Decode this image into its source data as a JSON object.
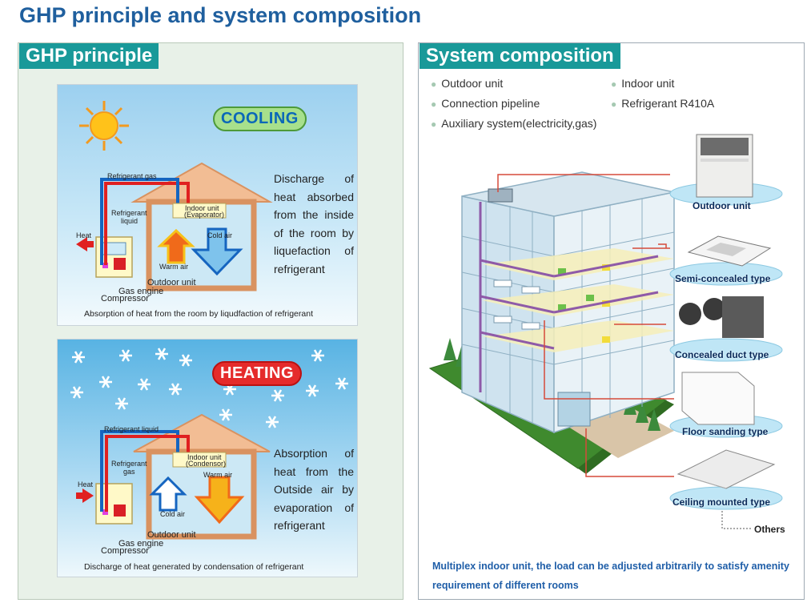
{
  "page": {
    "title": "GHP principle and system composition"
  },
  "left": {
    "header": "GHP principle",
    "cooling": {
      "badge": "COOLING",
      "description": [
        "Discharge of",
        "heat absorbed",
        "from the inside",
        "of the room by",
        "liquefaction of",
        "refrigerant"
      ],
      "labels": {
        "refrigerant_top": "Refrigerant gas",
        "refrigerant_side_1": "Refrigerant",
        "refrigerant_side_2": "liquid",
        "indoor_1": "Indoor unit",
        "indoor_2": "(Evaporator)",
        "heat": "Heat",
        "cold_air": "Cold air",
        "warm_air": "Warm air",
        "outdoor": "Outdoor unit",
        "gas_engine": "Gas engine",
        "compressor": "Compressor"
      },
      "caption": "Absorption of heat from the room by  liqudfaction of refrigerant"
    },
    "heating": {
      "badge": "HEATING",
      "description": [
        "Absorption of",
        "heat from the",
        "Outside air by",
        "evaporation of",
        "refrigerant"
      ],
      "labels": {
        "refrigerant_top": "Refrigerant liquid",
        "refrigerant_side_1": "Refrigerant",
        "refrigerant_side_2": "gas",
        "indoor_1": "Indoor unit",
        "indoor_2": "(Condensor)",
        "heat": "Heat",
        "warm_air": "Warm air",
        "cold_air": "Cold air",
        "outdoor": "Outdoor unit",
        "gas_engine": "Gas engine",
        "compressor": "Compressor"
      },
      "caption": "Discharge of heat generated by condensation of refrigerant"
    }
  },
  "right": {
    "header": "System composition",
    "bullets": [
      "Outdoor unit",
      "Indoor unit",
      "Connection pipeline",
      "Refrigerant R410A",
      "Auxiliary system(electricity,gas)"
    ],
    "units": [
      "Outdoor unit",
      "Semi-concealed type",
      "Concealed duct type",
      "Floor sanding type",
      "Ceiling mounted type"
    ],
    "others": "Others",
    "footer": "Multiplex indoor unit, the load can be adjusted arbitrarily to satisfy amenity requirement of different rooms"
  },
  "colors": {
    "title": "#1f5f9e",
    "header_tab": "#199999",
    "pipe_red": "#e02020",
    "pipe_blue": "#1565c0",
    "footer_text": "#1f5ea8"
  }
}
